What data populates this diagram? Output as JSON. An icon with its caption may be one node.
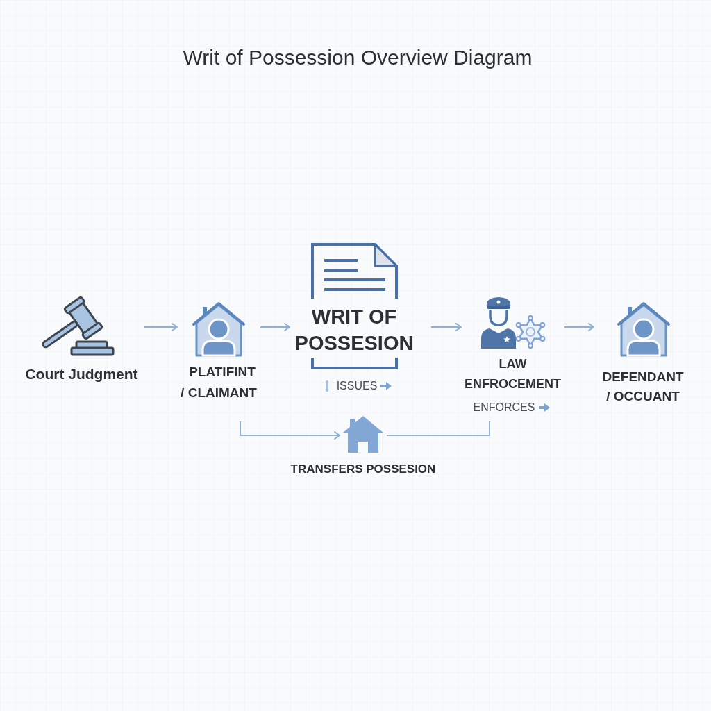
{
  "diagram": {
    "title": "Writ of Possession Overview Diagram",
    "nodes": [
      {
        "text": [
          "Court Judgment"
        ]
      },
      {
        "text": [
          "PLATIFINT / CLAIMANT"
        ]
      },
      {
        "text": [
          "WRIT OF POSSESION"
        ],
        "beside": [
          "ISSUES"
        ]
      },
      {
        "text": [
          "LAW ENFROCEMENT"
        ],
        "beside": [
          "ENFORCES"
        ]
      },
      {
        "text": [
          "DEFENDANT / OCCUANT"
        ]
      },
      {
        "text": [],
        "shape": "picture",
        "beside": [
          "TRANSFERS POSSESION"
        ]
      }
    ],
    "edges": [
      {
        "from": 0,
        "to": 1,
        "arrow": "to"
      },
      {
        "from": 1,
        "to": 2,
        "arrow": "to"
      },
      {
        "from": 2,
        "to": 3,
        "arrow": "to"
      },
      {
        "from": 3,
        "to": 4,
        "arrow": "to"
      },
      {
        "from": 1,
        "to": 5,
        "arrow": "to"
      },
      {
        "from": 3,
        "to": 5,
        "arrow": "none"
      }
    ]
  }
}
